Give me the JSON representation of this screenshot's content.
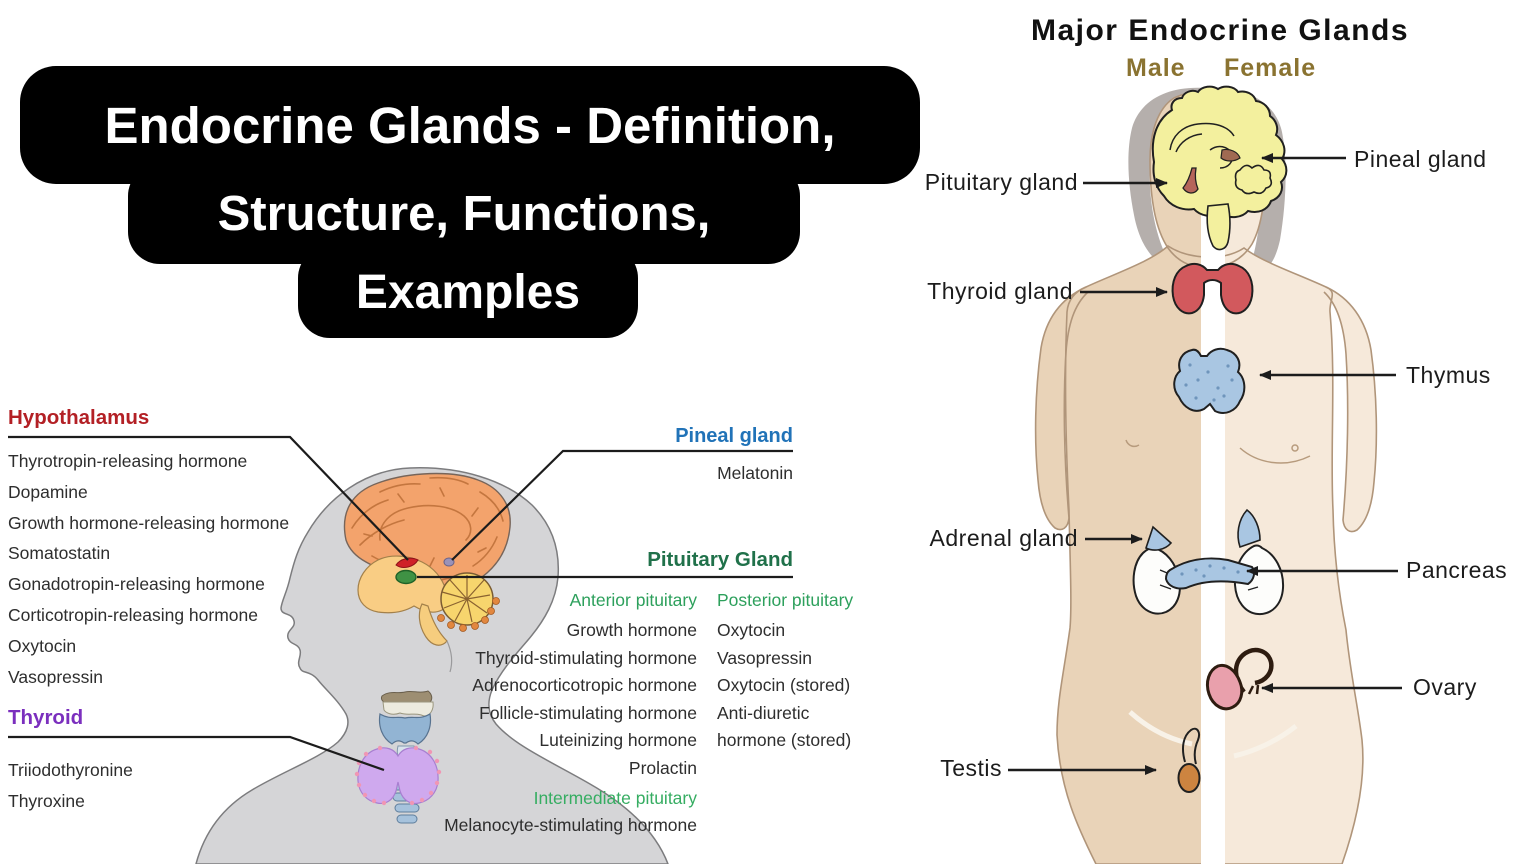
{
  "page_title": {
    "lines": [
      "Endocrine Glands - Definition,",
      "Structure, Functions,",
      "Examples"
    ]
  },
  "head_figure": {
    "hypothalamus": {
      "label": "Hypothalamus",
      "hormones": [
        "Thyrotropin-releasing hormone",
        "Dopamine",
        "Growth hormone-releasing hormone",
        "Somatostatin",
        "Gonadotropin-releasing hormone",
        "Corticotropin-releasing hormone",
        "Oxytocin",
        "Vasopressin"
      ]
    },
    "thyroid": {
      "label": "Thyroid",
      "hormones": [
        "Triiodothyronine",
        "Thyroxine"
      ]
    },
    "pineal": {
      "label": "Pineal gland",
      "hormones": [
        "Melatonin"
      ]
    },
    "pituitary": {
      "label": "Pituitary Gland",
      "anterior": {
        "label": "Anterior pituitary",
        "hormones": [
          "Growth hormone",
          "Thyroid-stimulating hormone",
          "Adrenocorticotropic hormone",
          "Follicle-stimulating hormone",
          "Luteinizing hormone",
          "Prolactin"
        ]
      },
      "posterior": {
        "label": "Posterior pituitary",
        "hormones": [
          "Oxytocin",
          "Vasopressin",
          "Oxytocin (stored)",
          "Anti-diuretic hormone (stored)"
        ]
      },
      "intermediate": {
        "label": "Intermediate pituitary",
        "hormones": [
          "Melanocyte-stimulating hormone"
        ]
      }
    }
  },
  "body_figure": {
    "title": "Major Endocrine Glands",
    "male_label": "Male",
    "female_label": "Female",
    "left_labels": {
      "pituitary": "Pituitary gland",
      "thyroid": "Thyroid gland",
      "adrenal": "Adrenal gland",
      "testis": "Testis"
    },
    "right_labels": {
      "pineal": "Pineal gland",
      "thymus": "Thymus",
      "pancreas": "Pancreas",
      "ovary": "Ovary"
    }
  },
  "colors": {
    "title_bg": "#000000",
    "title_text": "#ffffff",
    "hypothalamus_label": "#b32025",
    "thyroid_label": "#7b2fbe",
    "pineal_label": "#2173b8",
    "pituitary_label": "#20714a",
    "pituitary_sublabel": "#2da05c",
    "male_female_label": "#8a7331",
    "body_label_text": "#1c1c1c"
  }
}
